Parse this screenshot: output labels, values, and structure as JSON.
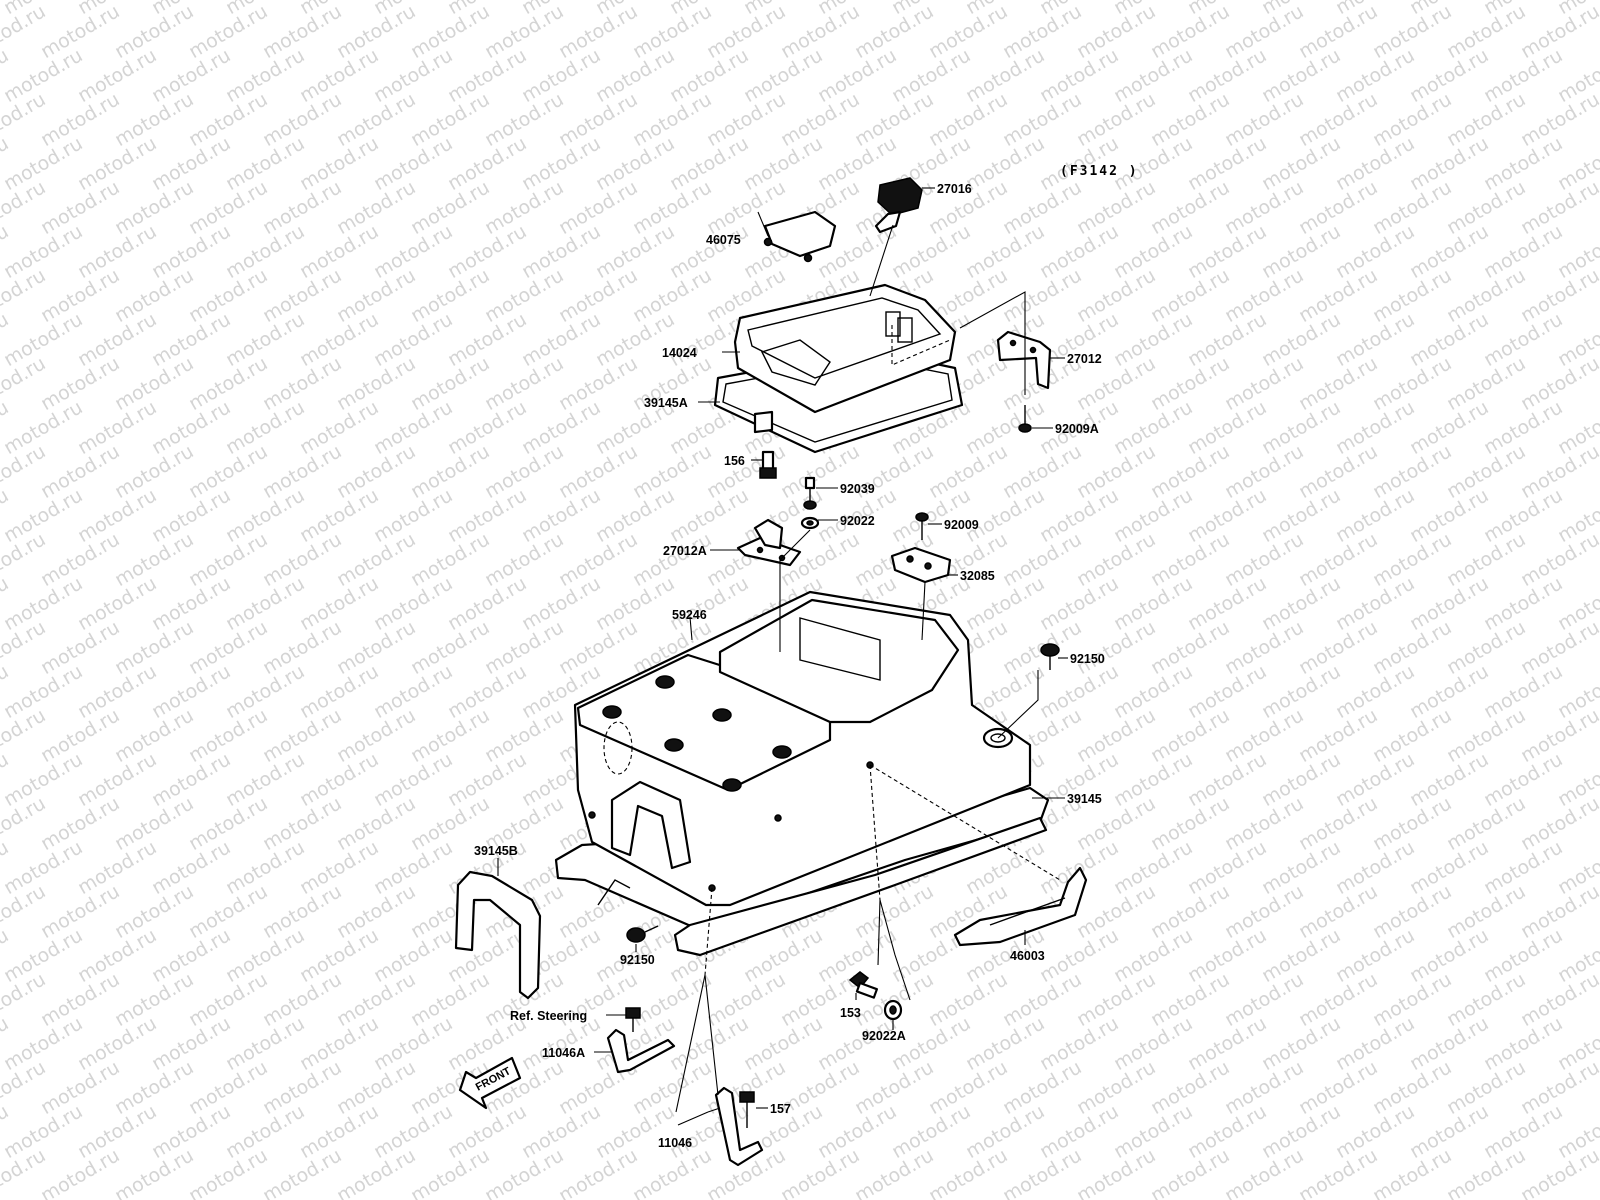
{
  "watermark": "motod.ru",
  "diagram_code": "(F3142 )",
  "front_arrow_label": "FRONT",
  "labels": {
    "p27016": "27016",
    "p46075": "46075",
    "p14024": "14024",
    "p39145A": "39145A",
    "p27012": "27012",
    "p92009A": "92009A",
    "p156": "156",
    "p92039": "92039",
    "p92022": "92022",
    "p92009": "92009",
    "p27012A": "27012A",
    "p32085": "32085",
    "p59246": "59246",
    "p92150_right": "92150",
    "p39145": "39145",
    "p39145B": "39145B",
    "p92150_left": "92150",
    "p46003": "46003",
    "p153": "153",
    "p92022A": "92022A",
    "ref_steering": "Ref. Steering",
    "p11046A": "11046A",
    "p157": "157",
    "p11046": "11046"
  }
}
